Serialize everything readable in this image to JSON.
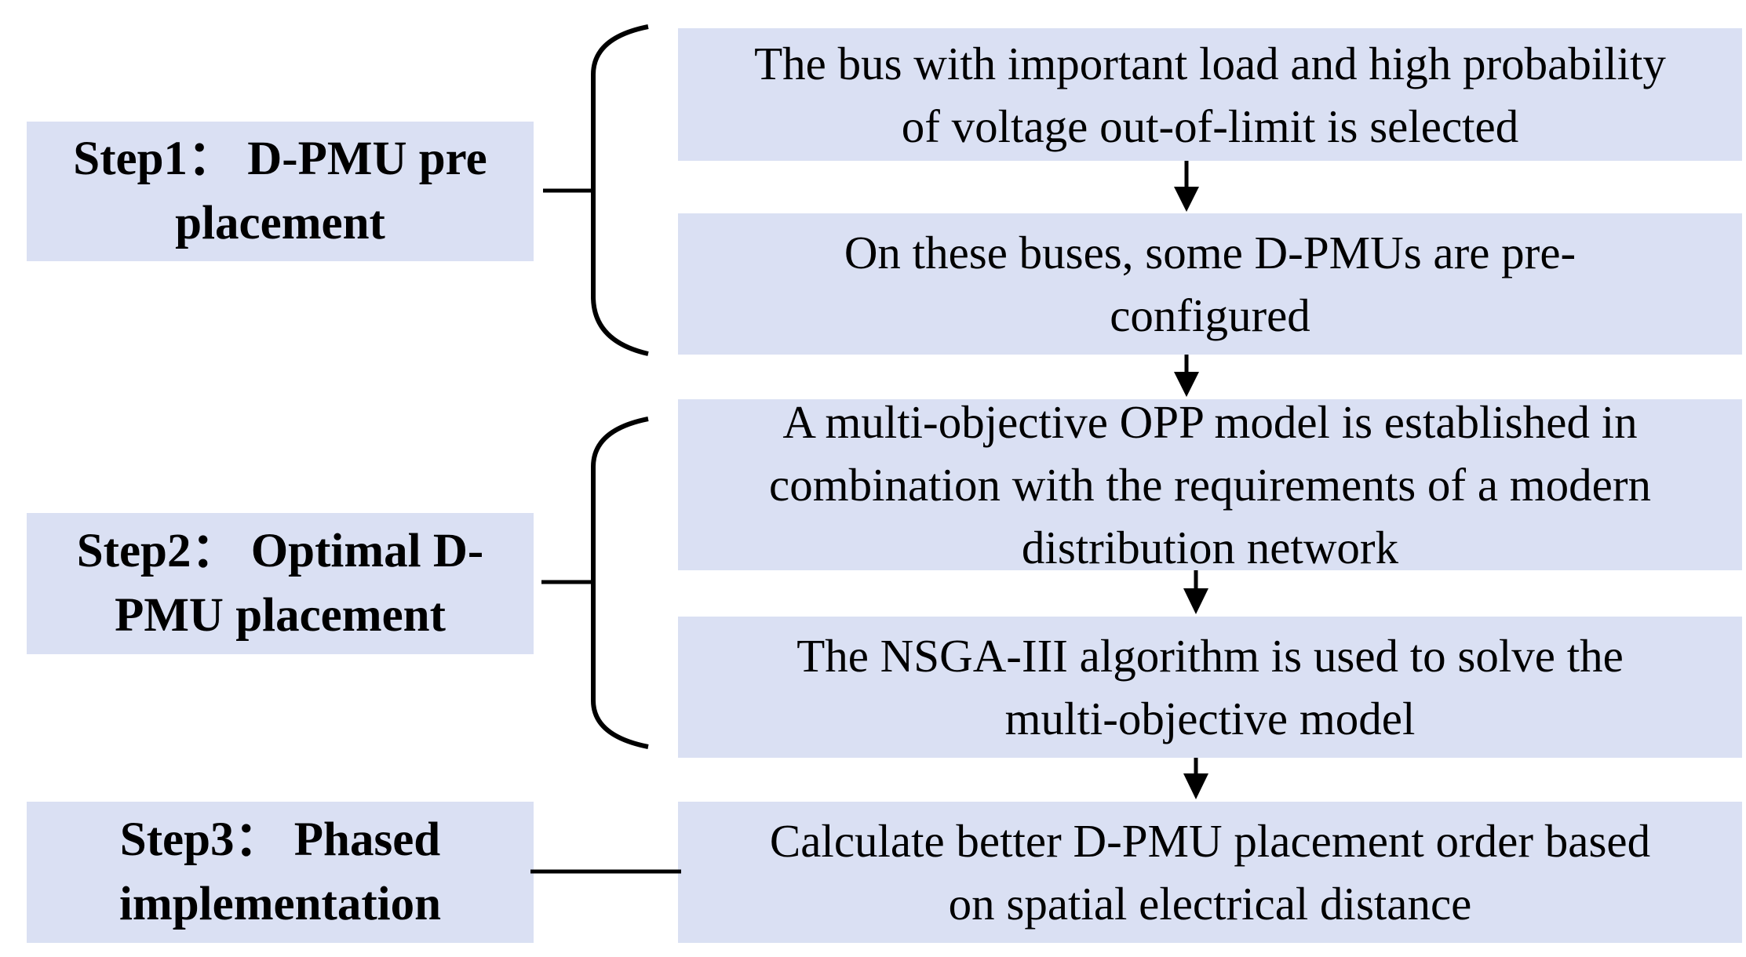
{
  "steps": [
    {
      "label": "Step1： D-PMU pre\nplacement"
    },
    {
      "label": "Step2： Optimal D-\nPMU placement"
    },
    {
      "label": "Step3： Phased\nimplementation"
    }
  ],
  "boxes": [
    {
      "text": "The bus with important load and high probability\nof voltage out-of-limit is selected"
    },
    {
      "text": "On these buses, some D-PMUs are pre-\nconfigured"
    },
    {
      "text": "A multi-objective OPP model is established in\ncombination with the requirements of a modern\ndistribution network"
    },
    {
      "text": "The NSGA-III algorithm is used to solve the\nmulti-objective model"
    },
    {
      "text": "Calculate better D-PMU placement order based\non spatial electrical distance"
    }
  ]
}
